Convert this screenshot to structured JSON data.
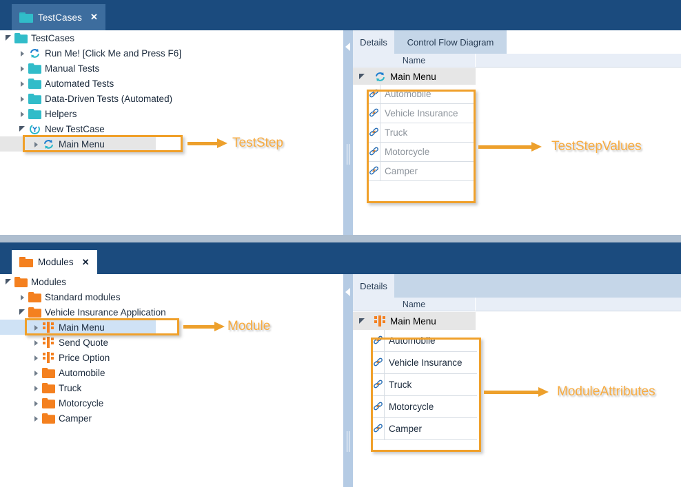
{
  "colors": {
    "titlebar": "#1b4b7e",
    "tab_selected_blue": "#3d6d9e",
    "tab_selected_white": "#ffffff",
    "accent_orange": "#f0a02a",
    "annotation_text": "#f7ab40",
    "folder_teal": "#31bcc9",
    "folder_orange": "#f4801f",
    "selection_blue": "#cfe2f5",
    "selection_grey": "#e6e6e6",
    "splitter": "#b5cbe4",
    "grid_header": "#e8eef7"
  },
  "top_section": {
    "tab": {
      "label": "TestCases",
      "close": "✕",
      "icon": "folder-teal-icon"
    },
    "tree": {
      "items": [
        {
          "label": "TestCases",
          "depth": 0,
          "twist": "open",
          "icon": "folder-teal-icon",
          "selected": "none"
        },
        {
          "label": "Run Me! [Click Me and Press F6]",
          "depth": 1,
          "twist": "closed",
          "icon": "recycle-teal-icon",
          "selected": "none"
        },
        {
          "label": "Manual Tests",
          "depth": 1,
          "twist": "closed",
          "icon": "folder-teal-icon",
          "selected": "none"
        },
        {
          "label": "Automated Tests",
          "depth": 1,
          "twist": "closed",
          "icon": "folder-teal-icon",
          "selected": "none"
        },
        {
          "label": "Data-Driven Tests (Automated)",
          "depth": 1,
          "twist": "closed",
          "icon": "folder-teal-icon",
          "selected": "none"
        },
        {
          "label": "Helpers",
          "depth": 1,
          "twist": "closed",
          "icon": "folder-teal-icon",
          "selected": "none"
        },
        {
          "label": "New TestCase",
          "depth": 1,
          "twist": "open",
          "icon": "testcase-teal-icon",
          "selected": "none"
        },
        {
          "label": "Main Menu",
          "depth": 2,
          "twist": "closed",
          "icon": "recycle-blue-icon",
          "selected": "grey"
        }
      ]
    },
    "details": {
      "tabs": [
        {
          "label": "Details",
          "active": true
        },
        {
          "label": "Control Flow Diagram",
          "active": false
        }
      ],
      "columns": [
        "Name"
      ],
      "root": {
        "label": "Main Menu",
        "icon": "recycle-blue-icon",
        "twist": "open"
      },
      "values": [
        {
          "label": "Automobile",
          "icon": "link-icon"
        },
        {
          "label": "Vehicle Insurance",
          "icon": "link-icon"
        },
        {
          "label": "Truck",
          "icon": "link-icon"
        },
        {
          "label": "Motorcycle",
          "icon": "link-icon"
        },
        {
          "label": "Camper",
          "icon": "link-icon"
        }
      ]
    },
    "annotations": [
      {
        "text": "TestStep",
        "target": "tree-main-menu-row"
      },
      {
        "text": "TestStepValues",
        "target": "teststep-values-grid"
      }
    ]
  },
  "bottom_section": {
    "tab": {
      "label": "Modules",
      "close": "✕",
      "icon": "folder-orange-icon"
    },
    "tree": {
      "items": [
        {
          "label": "Modules",
          "depth": 0,
          "twist": "open",
          "icon": "folder-orange-icon",
          "selected": "none"
        },
        {
          "label": "Standard modules",
          "depth": 1,
          "twist": "closed",
          "icon": "folder-orange-icon",
          "selected": "none"
        },
        {
          "label": "Vehicle Insurance Application",
          "depth": 1,
          "twist": "open",
          "icon": "folder-orange-icon",
          "selected": "none"
        },
        {
          "label": "Main Menu",
          "depth": 2,
          "twist": "closed",
          "icon": "module-orange-icon",
          "selected": "blue"
        },
        {
          "label": "Send Quote",
          "depth": 2,
          "twist": "closed",
          "icon": "module-orange-icon",
          "selected": "none"
        },
        {
          "label": "Price Option",
          "depth": 2,
          "twist": "closed",
          "icon": "module-orange-icon",
          "selected": "none"
        },
        {
          "label": "Automobile",
          "depth": 2,
          "twist": "closed",
          "icon": "folder-orange-icon",
          "selected": "none"
        },
        {
          "label": "Truck",
          "depth": 2,
          "twist": "closed",
          "icon": "folder-orange-icon",
          "selected": "none"
        },
        {
          "label": "Motorcycle",
          "depth": 2,
          "twist": "closed",
          "icon": "folder-orange-icon",
          "selected": "none"
        },
        {
          "label": "Camper",
          "depth": 2,
          "twist": "closed",
          "icon": "folder-orange-icon",
          "selected": "none"
        }
      ]
    },
    "details": {
      "tabs": [
        {
          "label": "Details",
          "active": true
        }
      ],
      "columns": [
        "Name"
      ],
      "root": {
        "label": "Main Menu",
        "icon": "module-orange-icon",
        "twist": "open"
      },
      "values": [
        {
          "label": "Automobile",
          "icon": "link-icon"
        },
        {
          "label": "Vehicle Insurance",
          "icon": "link-icon"
        },
        {
          "label": "Truck",
          "icon": "link-icon"
        },
        {
          "label": "Motorcycle",
          "icon": "link-icon"
        },
        {
          "label": "Camper",
          "icon": "link-icon"
        }
      ]
    },
    "annotations": [
      {
        "text": "Module",
        "target": "tree-main-menu-row"
      },
      {
        "text": "ModuleAttributes",
        "target": "module-attributes-grid"
      }
    ]
  }
}
